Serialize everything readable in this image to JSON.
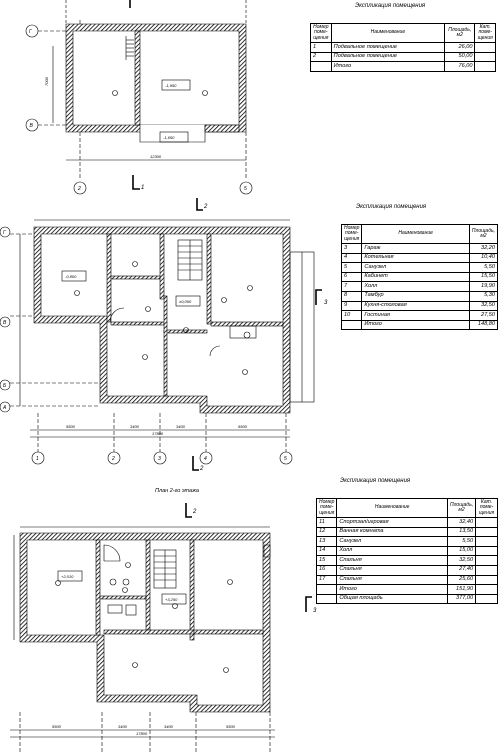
{
  "basement": {
    "table_title": "Экспликация помещения",
    "headers": [
      "Номер поме-щения",
      "Наименование",
      "Площадь, м2",
      "Кат. поме-щения"
    ],
    "rows": [
      {
        "num": "1",
        "name": "Подвальное помещение",
        "area": "26,00"
      },
      {
        "num": "2",
        "name": "Подвальное помещение",
        "area": "50,00"
      }
    ],
    "total_label": "Итого",
    "total_area": "76,00",
    "level_labels": [
      "-1,950",
      "-1,650"
    ],
    "axis_letters": [
      "Г",
      "В"
    ],
    "axis_numbers": [
      "2",
      "5"
    ],
    "dim_text": "12300",
    "side_dim": "7000",
    "section_mark": "1"
  },
  "floor1": {
    "table_title": "Экспликация помещения",
    "headers": [
      "Номер поме-щения",
      "Наименование",
      "Площадь, м2"
    ],
    "rows": [
      {
        "num": "3",
        "name": "Гараж",
        "area": "32,20"
      },
      {
        "num": "4",
        "name": "Котельная",
        "area": "10,40"
      },
      {
        "num": "5",
        "name": "Санузел",
        "area": "5,50"
      },
      {
        "num": "6",
        "name": "Кабинет",
        "area": "15,50"
      },
      {
        "num": "7",
        "name": "Холл",
        "area": "19,90"
      },
      {
        "num": "8",
        "name": "Тамбур",
        "area": "5,30"
      },
      {
        "num": "9",
        "name": "Кухня-столовая",
        "area": "32,50"
      },
      {
        "num": "10",
        "name": "Гостиная",
        "area": "27,50"
      }
    ],
    "total_label": "Итого",
    "total_area": "148,80",
    "level_labels": [
      "-0,800",
      "±0,000"
    ],
    "axis_letters": [
      "Г",
      "В",
      "Б",
      "А"
    ],
    "axis_numbers": [
      "1",
      "2",
      "3",
      "4",
      "5"
    ],
    "dims": [
      "5500",
      "3400",
      "3400",
      "5500"
    ],
    "total_dim": "17800",
    "section_marks": [
      "2",
      "3"
    ]
  },
  "floor2": {
    "plan_title": "План 2-го этажа",
    "table_title": "Экспликация помещения",
    "headers": [
      "Номер поме-щения",
      "Наименование",
      "Площадь, м2",
      "Кат. поме-щения"
    ],
    "rows": [
      {
        "num": "11",
        "name": "Спортзал/игровая",
        "area": "32,40"
      },
      {
        "num": "12",
        "name": "Ванная комната",
        "area": "13,50"
      },
      {
        "num": "13",
        "name": "Санузел",
        "area": "5,50"
      },
      {
        "num": "14",
        "name": "Холл",
        "area": "15,00"
      },
      {
        "num": "15",
        "name": "Спальня",
        "area": "32,50"
      },
      {
        "num": "16",
        "name": "Спальня",
        "area": "27,40"
      },
      {
        "num": "17",
        "name": "Спальня",
        "area": "25,60"
      }
    ],
    "total_label": "Итого",
    "total_area": "151,90",
    "overall_label": "Общая площадь",
    "overall_area": "377,00",
    "level_labels": [
      "+2,010",
      "+3,250"
    ],
    "dims": [
      "5500",
      "3400",
      "3400",
      "5500"
    ],
    "total_dim": "17800",
    "section_marks": [
      "2",
      "3"
    ]
  }
}
